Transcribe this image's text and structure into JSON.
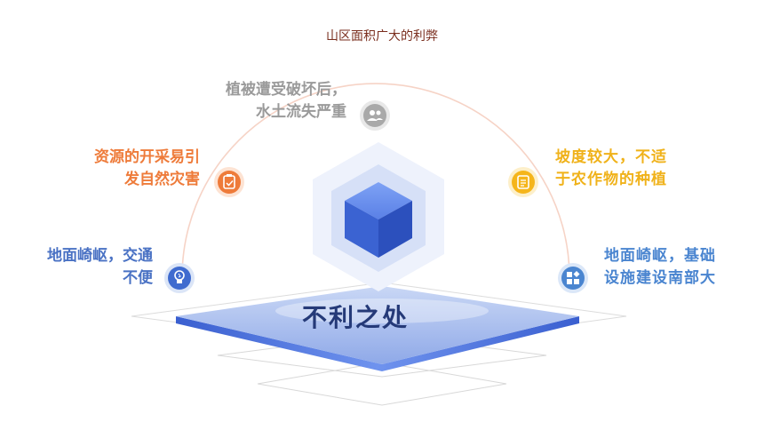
{
  "title": "山区面积广大的利弊",
  "center_label": "不利之处",
  "items": [
    {
      "lines": [
        "植被遭受破坏后，",
        "水土流失严重"
      ],
      "icon": "users-icon",
      "color": "#9a9a9a"
    },
    {
      "lines": [
        "资源的开采易引",
        "发自然灾害"
      ],
      "icon": "clipboard-icon",
      "color": "#ee7b3a"
    },
    {
      "lines": [
        "地面崎岖，交通",
        "不便"
      ],
      "icon": "lightbulb-icon",
      "color": "#4a72c4"
    },
    {
      "lines": [
        "坡度较大，不适",
        "于农作物的种植"
      ],
      "icon": "document-icon",
      "color": "#f0b21a"
    },
    {
      "lines": [
        "地面崎岖，基础",
        "设施建设南部大"
      ],
      "icon": "grid-apps-icon",
      "color": "#4a85d0"
    }
  ]
}
